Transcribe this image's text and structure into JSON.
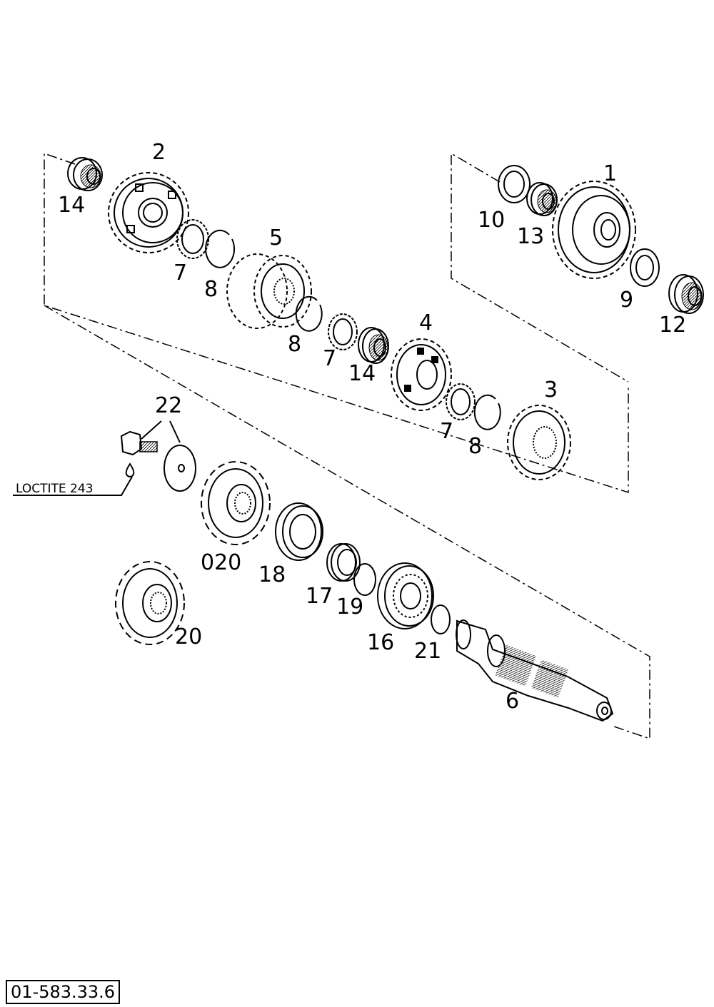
{
  "drawing_id": "01-583.33.6",
  "note": "LOCTITE 243",
  "callouts": {
    "c1": "1",
    "c2": "2",
    "c3": "3",
    "c4": "4",
    "c5": "5",
    "c6": "6",
    "c7a": "7",
    "c7b": "7",
    "c7c": "7",
    "c8a": "8",
    "c8b": "8",
    "c8c": "8",
    "c9": "9",
    "c10": "10",
    "c12": "12",
    "c13": "13",
    "c14a": "14",
    "c14b": "14",
    "c16": "16",
    "c17": "17",
    "c18": "18",
    "c19": "19",
    "c20": "20",
    "c020": "020",
    "c21": "21",
    "c22": "22"
  },
  "colors": {
    "line": "#000000",
    "background": "#ffffff"
  }
}
